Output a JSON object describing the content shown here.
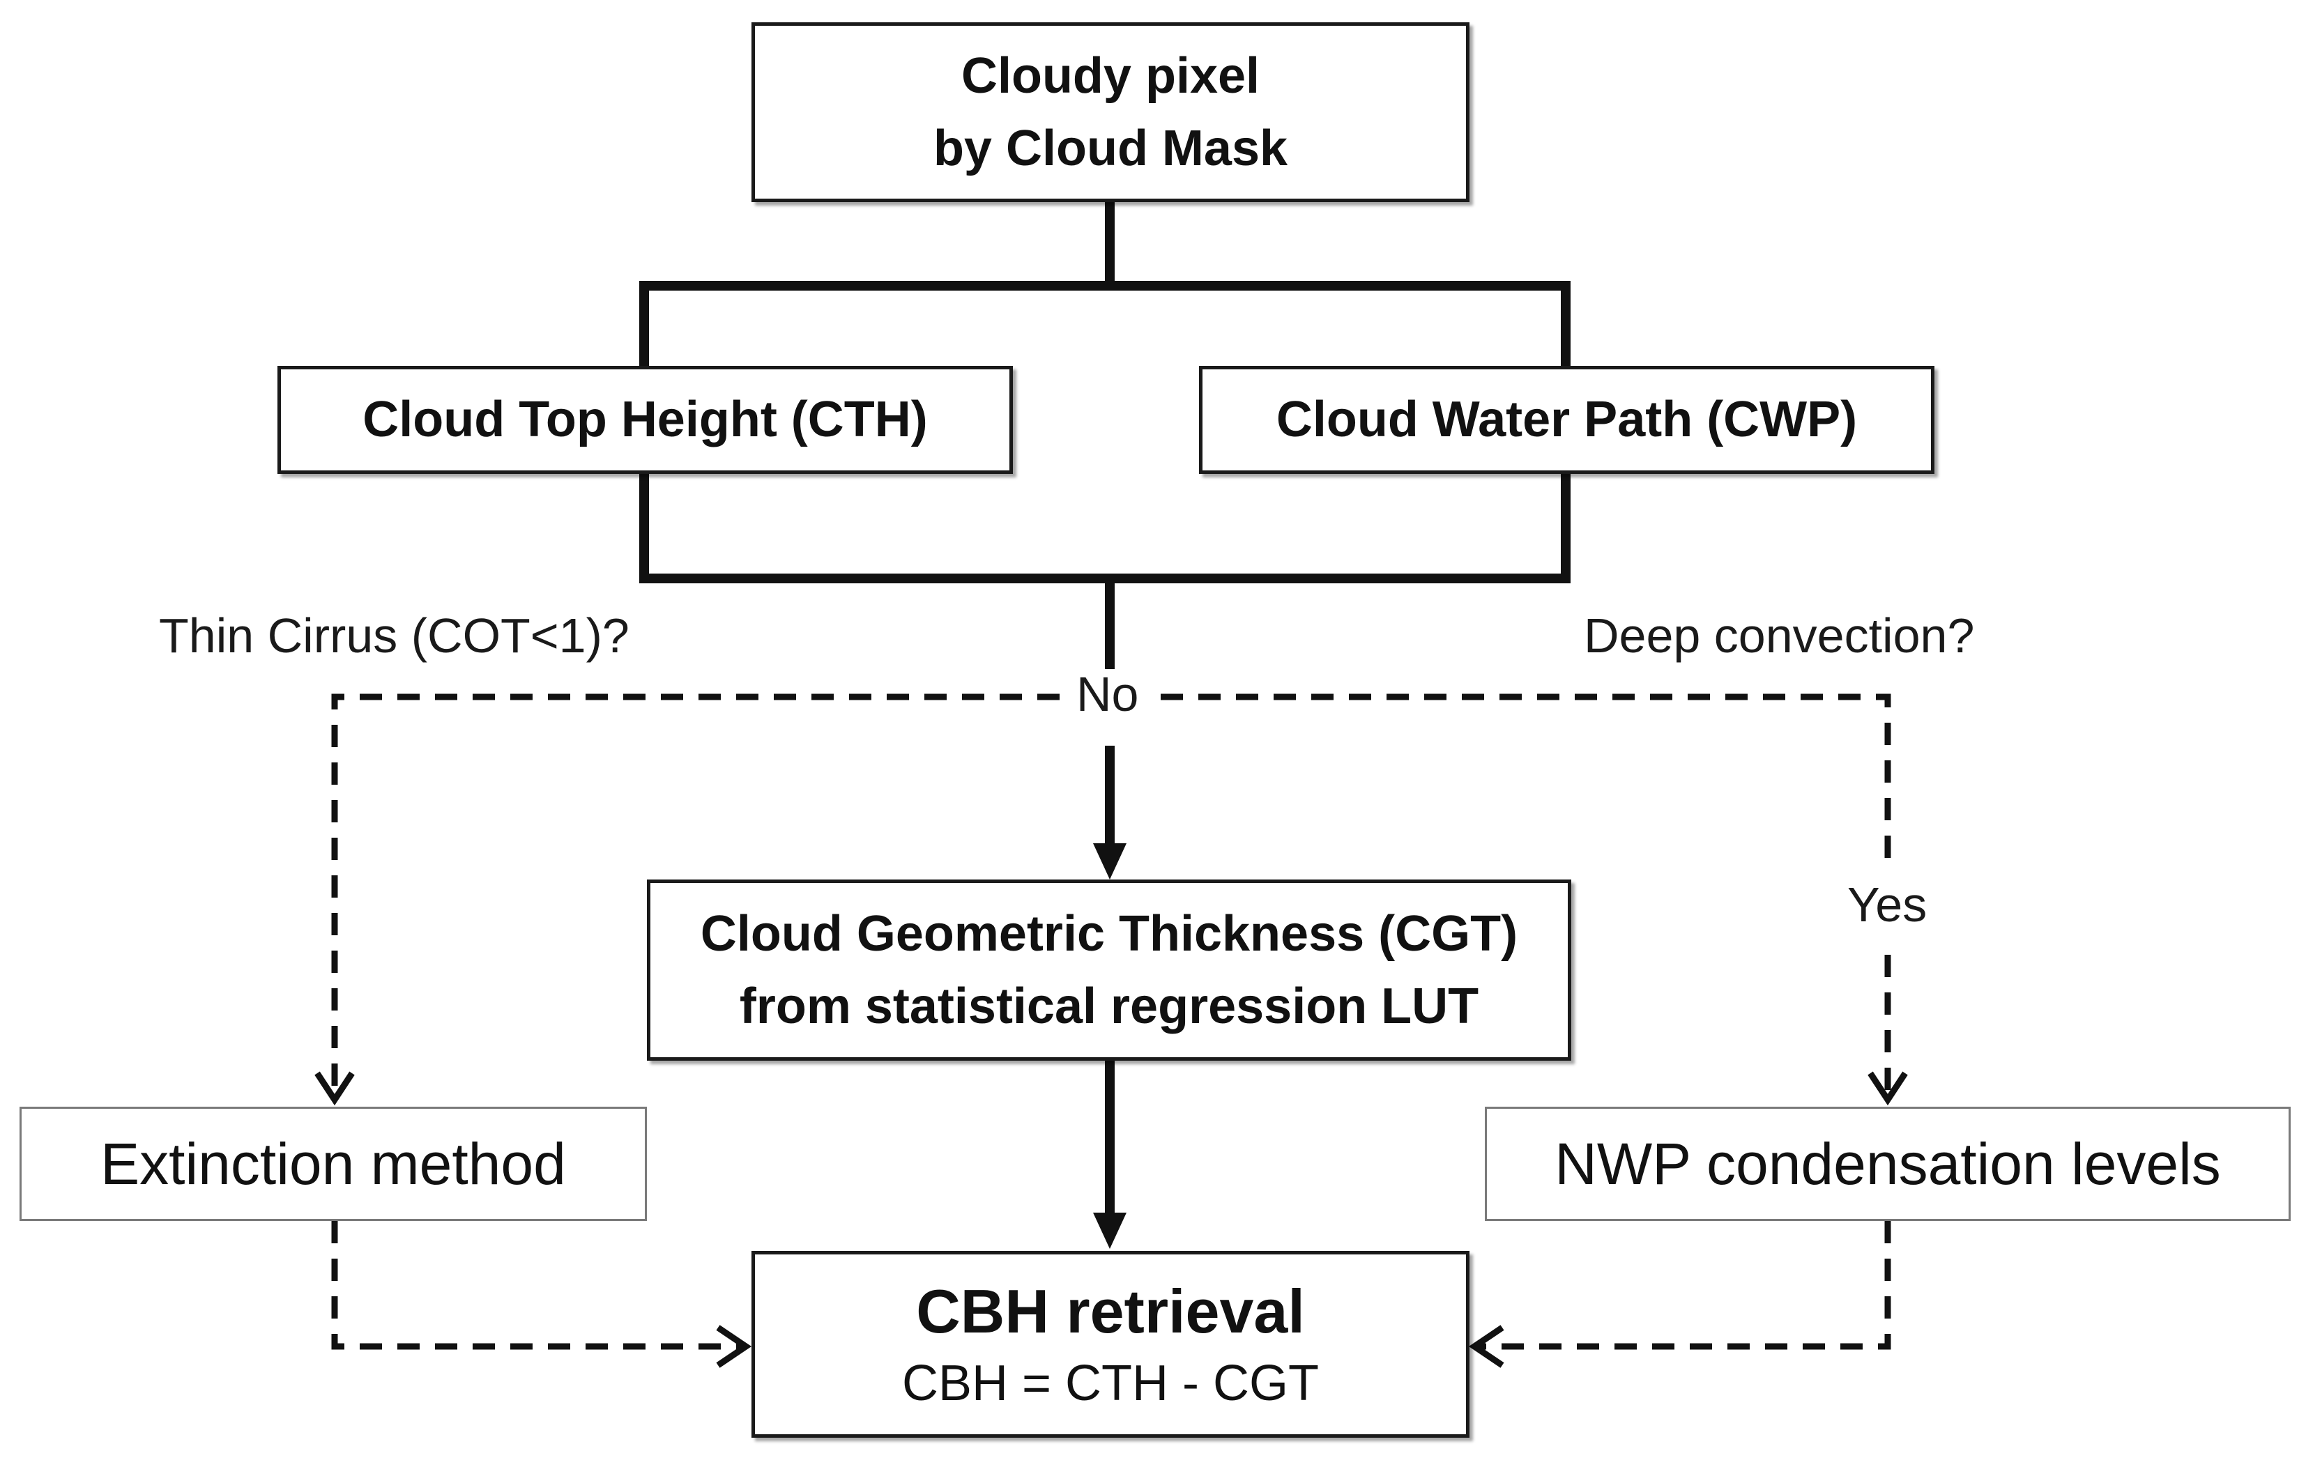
{
  "nodes": {
    "cloudy_pixel": {
      "line1": "Cloudy pixel",
      "line2": "by Cloud Mask"
    },
    "cth": {
      "label": "Cloud Top Height (CTH)"
    },
    "cwp": {
      "label": "Cloud Water Path (CWP)"
    },
    "cgt": {
      "line1": "Cloud Geometric Thickness (CGT)",
      "line2": "from statistical regression LUT"
    },
    "extinction": {
      "label": "Extinction method"
    },
    "nwp": {
      "label": "NWP condensation levels"
    },
    "cbh": {
      "title": "CBH retrieval",
      "formula": "CBH = CTH - CGT"
    }
  },
  "edge_labels": {
    "thin_cirrus": "Thin Cirrus (COT<1)?",
    "deep_convection": "Deep convection?",
    "no": "No",
    "yes": "Yes"
  }
}
